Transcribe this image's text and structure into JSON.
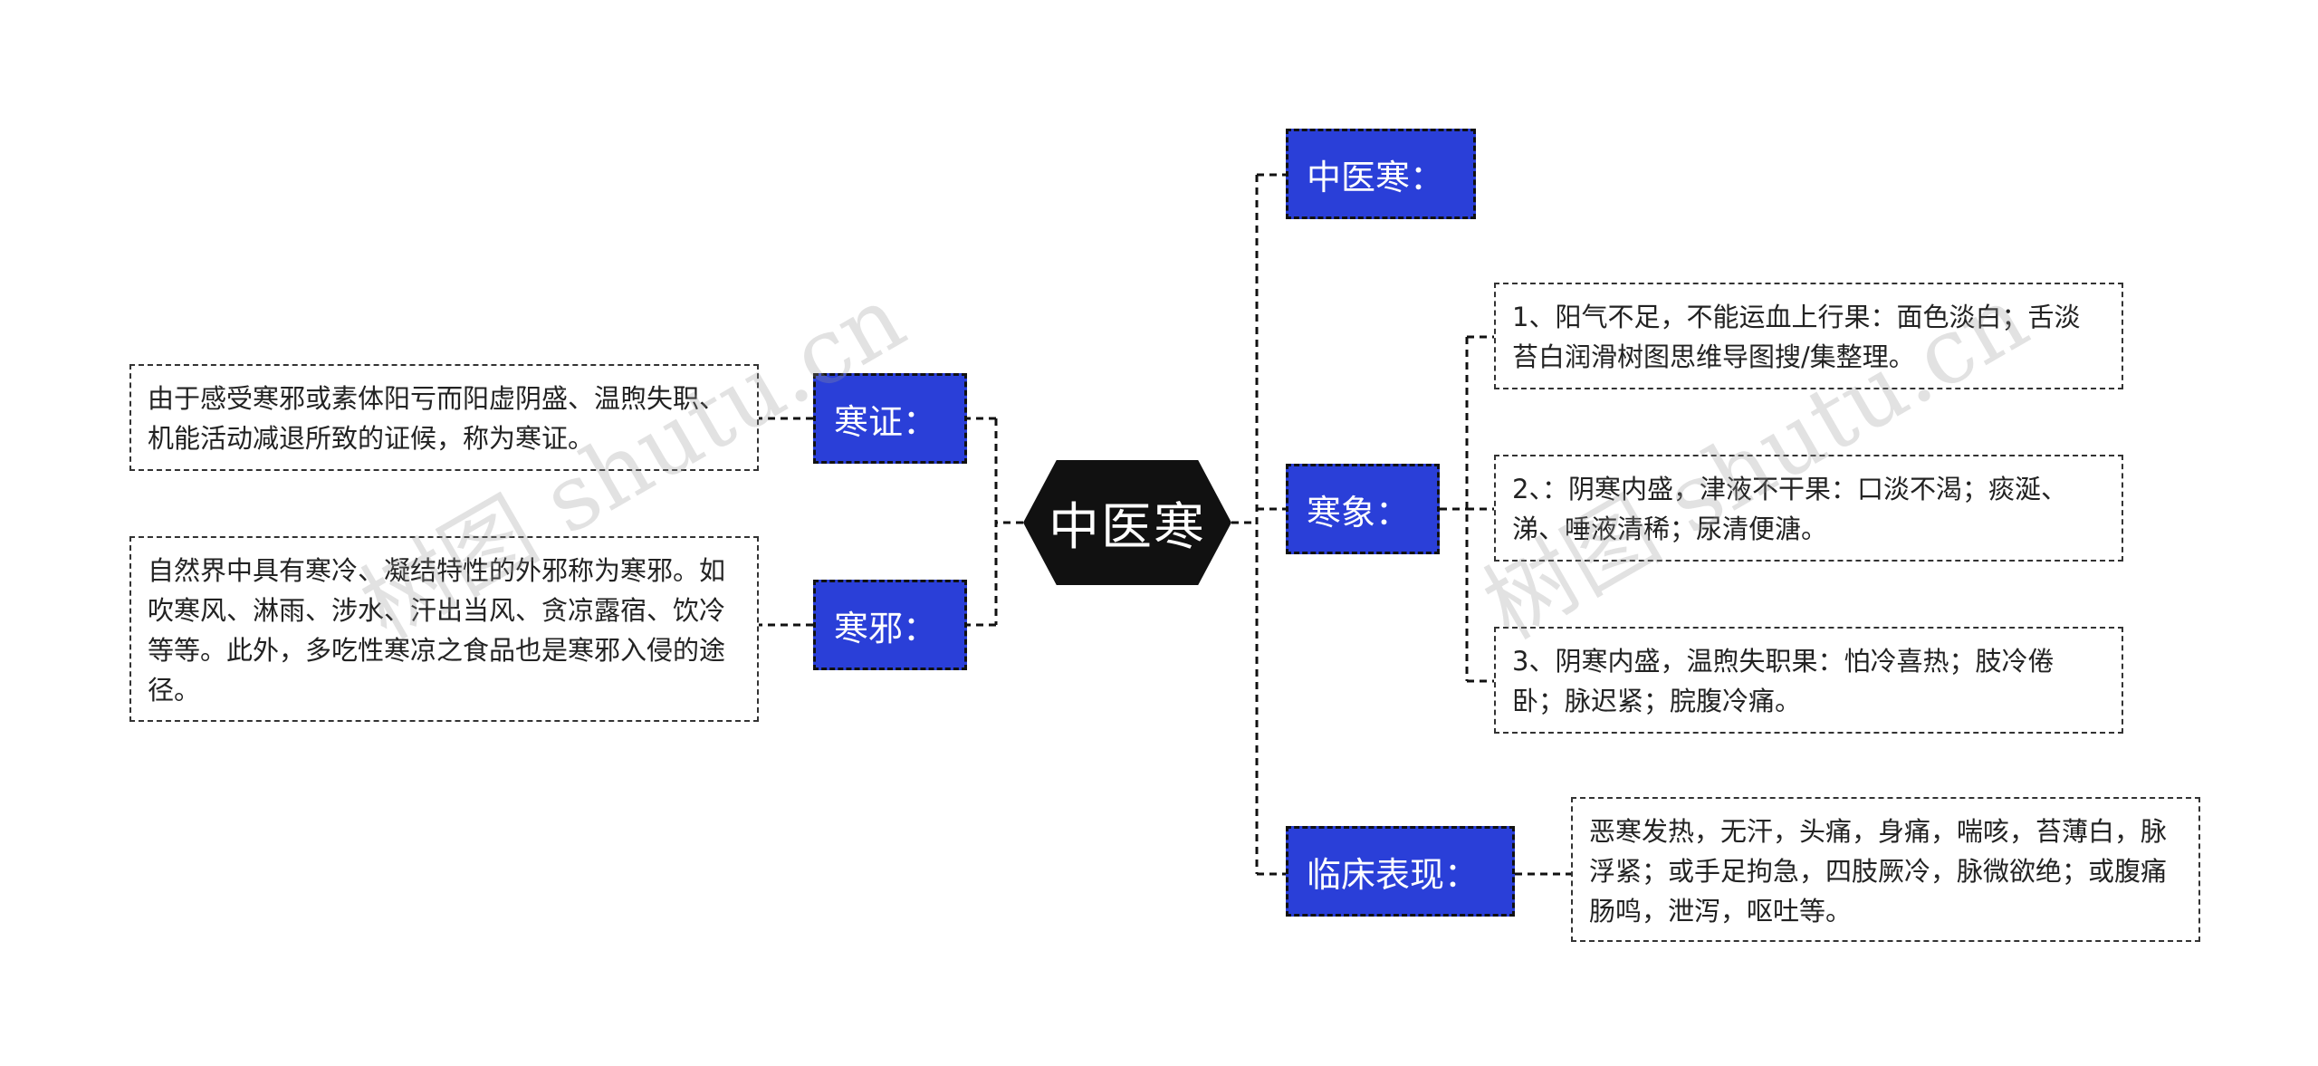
{
  "center": {
    "label": "中医寒"
  },
  "topics": {
    "definition": "中医寒：",
    "symptom": "寒象：",
    "clinical": "临床表现：",
    "syndrome": "寒证：",
    "pathogen": "寒邪："
  },
  "notes": {
    "symptom_1": "1、阳气不足，不能运血上行果：面色淡白；舌淡苔白润滑树图思维导图搜/集整理。",
    "symptom_2": "2、：阴寒内盛，津液不干果：口淡不渴；痰涎、涕、唾液清稀；尿清便溏。",
    "symptom_3": "3、阴寒内盛，温煦失职果：怕冷喜热；肢冷倦卧；脉迟紧；脘腹冷痛。",
    "clinical": "恶寒发热，无汗，头痛，身痛，喘咳，苔薄白，脉浮紧；或手足拘急，四肢厥冷，脉微欲绝；或腹痛肠鸣，泄泻，呕吐等。",
    "syndrome": "由于感受寒邪或素体阳亏而阳虚阴盛、温煦失职、机能活动减退所致的证候，称为寒证。",
    "pathogen": "自然界中具有寒冷、凝结特性的外邪称为寒邪。如吹寒风、淋雨、涉水、汗出当风、贪凉露宿、饮冷等等。此外，多吃性寒凉之食品也是寒邪入侵的途径。"
  },
  "watermarks": [
    "树图 shutu.cn",
    "树图 shutu.cn"
  ]
}
